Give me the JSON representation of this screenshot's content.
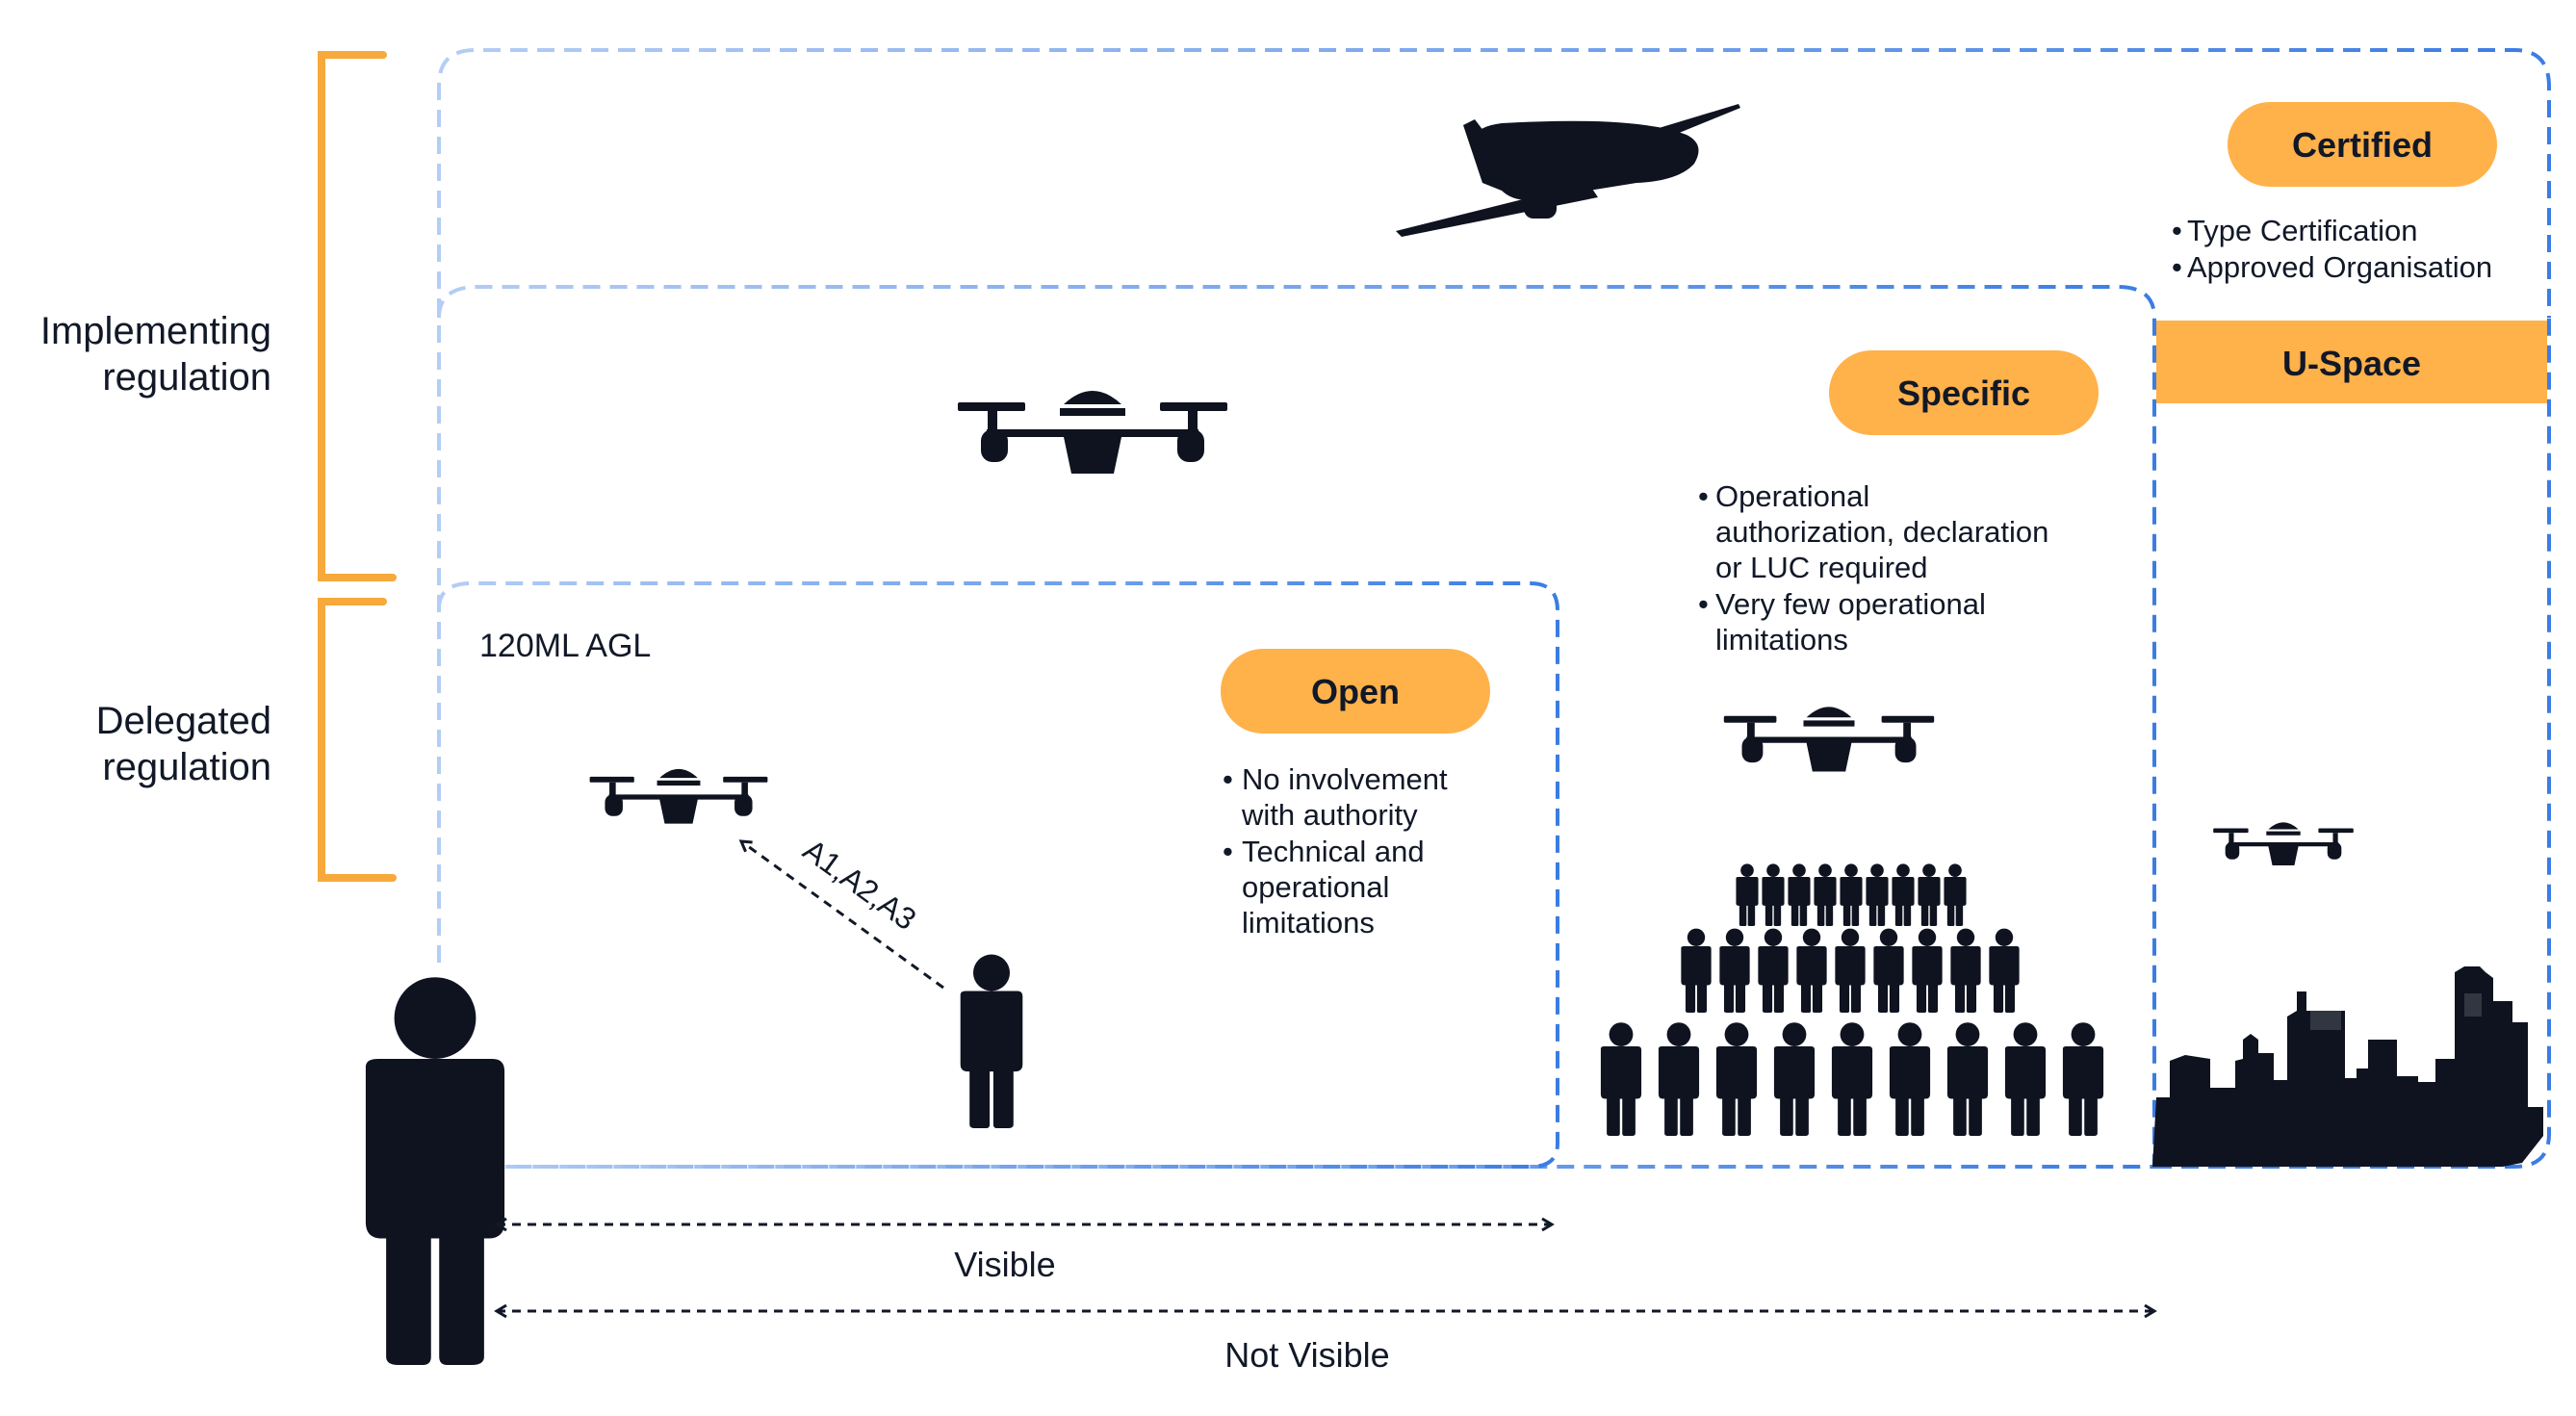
{
  "left_labels": {
    "implementing": [
      "Implementing",
      "regulation"
    ],
    "delegated": [
      "Delegated",
      "regulation"
    ]
  },
  "categories": {
    "certified": {
      "title": "Certified",
      "bullets": [
        "Type Certification",
        "Approved Organisation"
      ]
    },
    "specific": {
      "title": "Specific",
      "bullets": [
        [
          "Operational",
          "authorization, declaration",
          "or LUC required"
        ],
        [
          "Very few operational",
          "limitations"
        ]
      ]
    },
    "open": {
      "title": "Open",
      "bullets": [
        [
          "No involvement",
          "with authority"
        ],
        [
          "Technical and",
          "operational",
          "limitations"
        ]
      ]
    },
    "uspace": {
      "title": "U-Space"
    }
  },
  "altitude_label": "120ML AGL",
  "subcategories_label": "A1,A2,A3",
  "range": {
    "visible": "Visible",
    "not_visible": "Not Visible"
  },
  "colors": {
    "accent": "#FFB14A",
    "bracket": "#F7A93B",
    "border_light": "#A8C4F2",
    "border_dark": "#3B7DE3",
    "silhouette": "#0F1320"
  },
  "icons": [
    "airplane-icon",
    "drone-icon",
    "person-icon",
    "crowd-icon",
    "city-skyline-icon"
  ]
}
